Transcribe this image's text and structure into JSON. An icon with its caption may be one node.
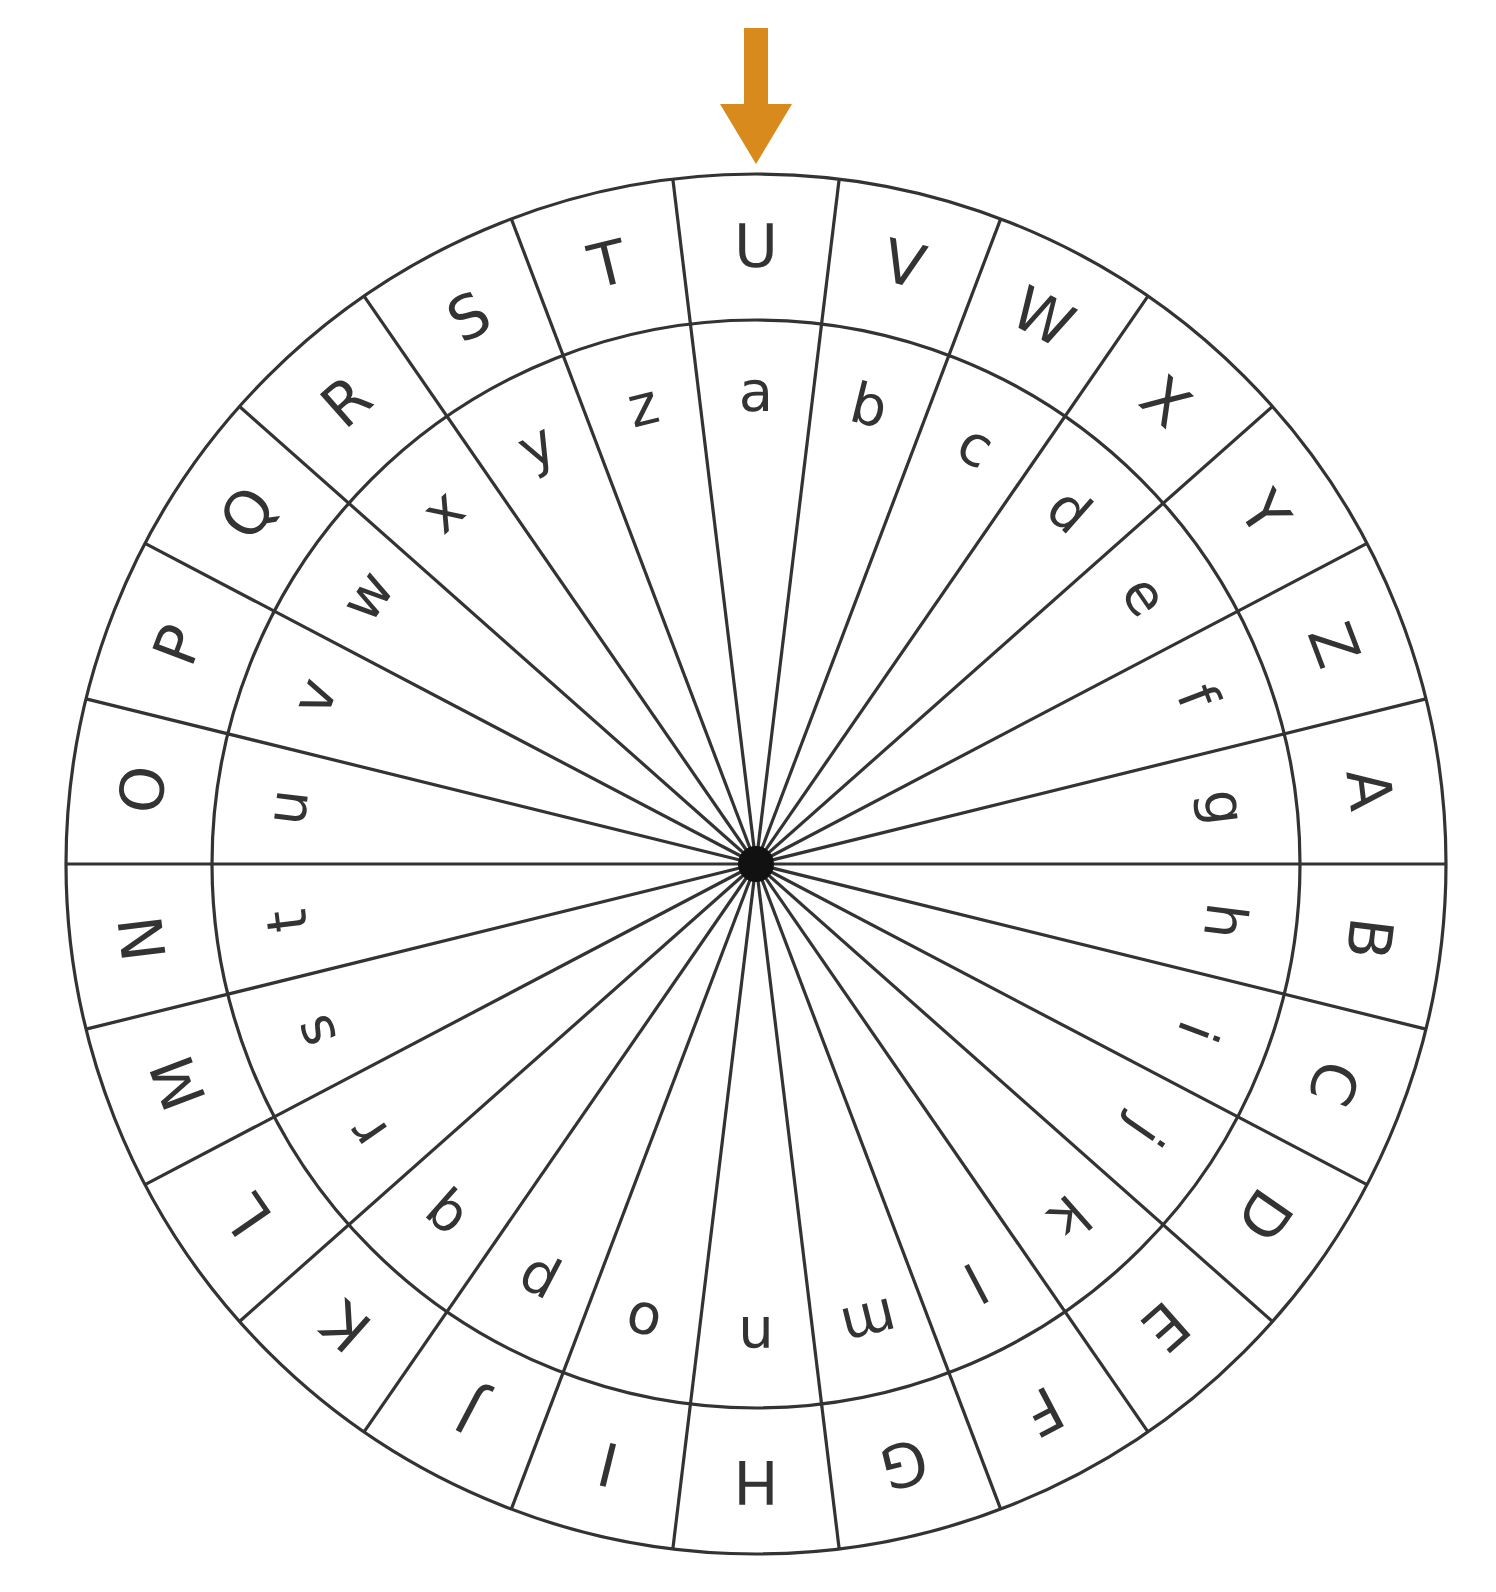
{
  "diagram": {
    "labels": [
      "U",
      "V",
      "W",
      "X",
      "Y",
      "Z",
      "A",
      "B",
      "C",
      "D",
      "E",
      "F",
      "G",
      "H",
      "I",
      "J",
      "K",
      "L",
      "M",
      "N",
      "O",
      "P",
      "Q",
      "R",
      "S",
      "T",
      "a",
      "b",
      "c",
      "d",
      "e",
      "f",
      "g",
      "h",
      "i",
      "j",
      "k",
      "l",
      "m",
      "n",
      "o",
      "p",
      "q",
      "r",
      "s",
      "t",
      "u",
      "v",
      "w",
      "x",
      "y",
      "z"
    ]
  }
}
